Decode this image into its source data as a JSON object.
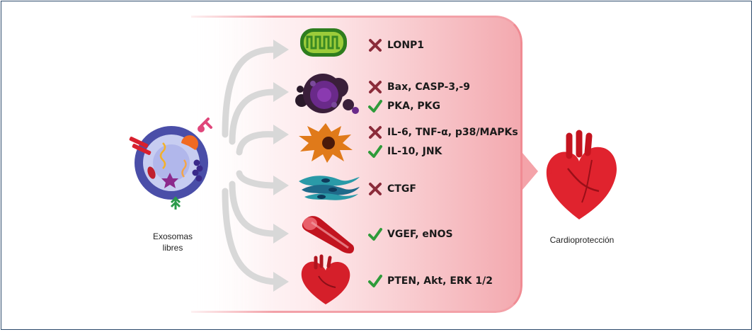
{
  "diagram": {
    "source_label_line1": "Exosomas",
    "source_label_line2": "libres",
    "outcome_label": "Cardioprotección",
    "effects": [
      {
        "lines": [
          {
            "mark": "cross",
            "text": "LONP1"
          }
        ]
      },
      {
        "lines": [
          {
            "mark": "cross",
            "text": "Bax, CASP-3,-9"
          },
          {
            "mark": "check",
            "text": "PKA, PKG"
          }
        ]
      },
      {
        "lines": [
          {
            "mark": "cross",
            "text": "IL-6, TNF-α, p38/MAPKs"
          },
          {
            "mark": "check",
            "text": "IL-10, JNK"
          }
        ]
      },
      {
        "lines": [
          {
            "mark": "cross",
            "text": "CTGF"
          }
        ]
      },
      {
        "lines": [
          {
            "mark": "check",
            "text": "VGEF, eNOS"
          }
        ]
      },
      {
        "lines": [
          {
            "mark": "check",
            "text": "PTEN, Akt, ERK 1/2"
          }
        ]
      }
    ],
    "colors": {
      "cross": "#8b2b3a",
      "check": "#2e9b3a",
      "panel": "#f8c8cc",
      "arrow": "#d7d7d7",
      "frame": "#2c4a6b"
    },
    "icons": [
      "exosome-icon",
      "mitochondrion-icon",
      "apoptotic-cell-icon",
      "macrophage-icon",
      "fibroblast-icon",
      "blood-vessel-icon",
      "heart-icon",
      "heart-large-icon"
    ]
  }
}
